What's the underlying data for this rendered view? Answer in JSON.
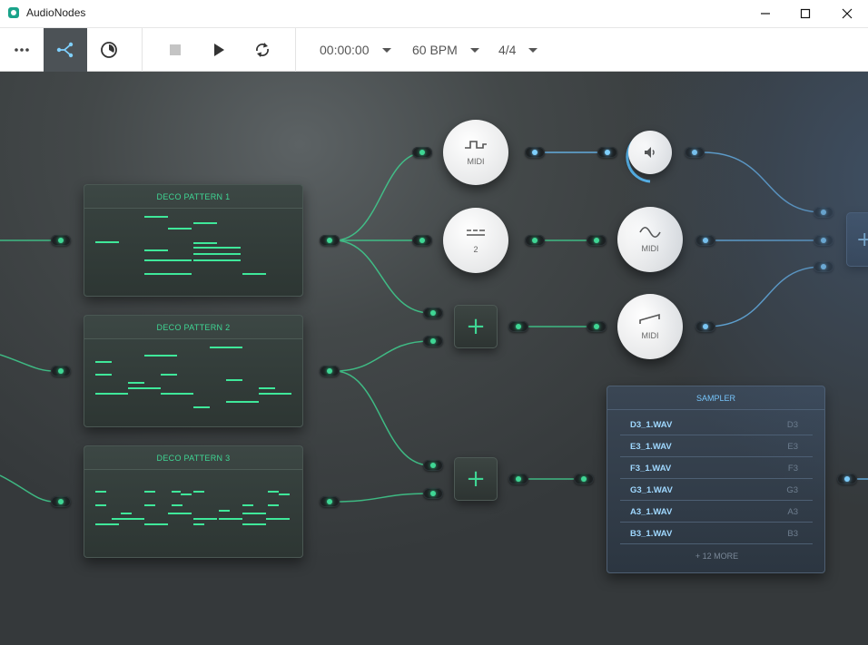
{
  "window": {
    "title": "AudioNodes"
  },
  "toolbar": {
    "time": "00:00:00",
    "tempo": "60 BPM",
    "signature": "4/4"
  },
  "patterns": [
    {
      "title": "DECO PATTERN 1"
    },
    {
      "title": "DECO PATTERN 2"
    },
    {
      "title": "DECO PATTERN 3"
    }
  ],
  "nodes": {
    "square_osc": {
      "label": "MIDI",
      "icon": "square-wave-icon"
    },
    "delay": {
      "label": "2",
      "icon": "dashes-icon"
    },
    "sine_osc": {
      "label": "MIDI",
      "icon": "sine-wave-icon"
    },
    "saw_osc": {
      "label": "MIDI",
      "icon": "sawtooth-wave-icon"
    },
    "output": {
      "icon": "speaker-icon"
    },
    "add_symbol": "+"
  },
  "sampler": {
    "title": "SAMPLER",
    "rows": [
      {
        "file": "D3_1.WAV",
        "note": "D3"
      },
      {
        "file": "E3_1.WAV",
        "note": "E3"
      },
      {
        "file": "F3_1.WAV",
        "note": "F3"
      },
      {
        "file": "G3_1.WAV",
        "note": "G3"
      },
      {
        "file": "A3_1.WAV",
        "note": "A3"
      },
      {
        "file": "B3_1.WAV",
        "note": "B3"
      }
    ],
    "more": "+ 12 MORE"
  },
  "colors": {
    "accent_green": "#3fd694",
    "accent_blue": "#7fc6f5",
    "toolbar_active": "#4c5256"
  }
}
